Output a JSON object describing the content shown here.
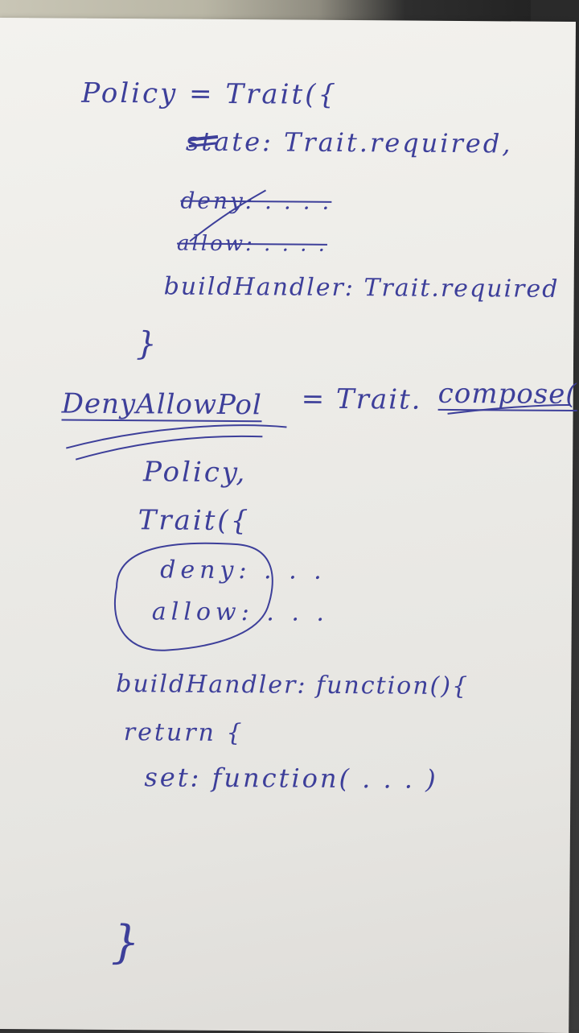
{
  "notes": {
    "line1": "Policy = Trait({",
    "line2": "state: Trait.required,",
    "line3": "deny: . . . .",
    "line4": "allow: . . . .",
    "line5": "buildHandler: Trait.required",
    "line6": "}",
    "line7_name": "DenyAllowPol",
    "line7_rest": "= Trait.",
    "line7_compose": "compose(",
    "line8": "Policy,",
    "line9": "Trait({",
    "line10": "deny: . . .",
    "line11": "allow: . . .",
    "line12": "buildHandler: function(){",
    "line13": "return {",
    "line14": "set: function( . . . )",
    "line15": "}"
  },
  "ink_color": "#3d3f9a"
}
